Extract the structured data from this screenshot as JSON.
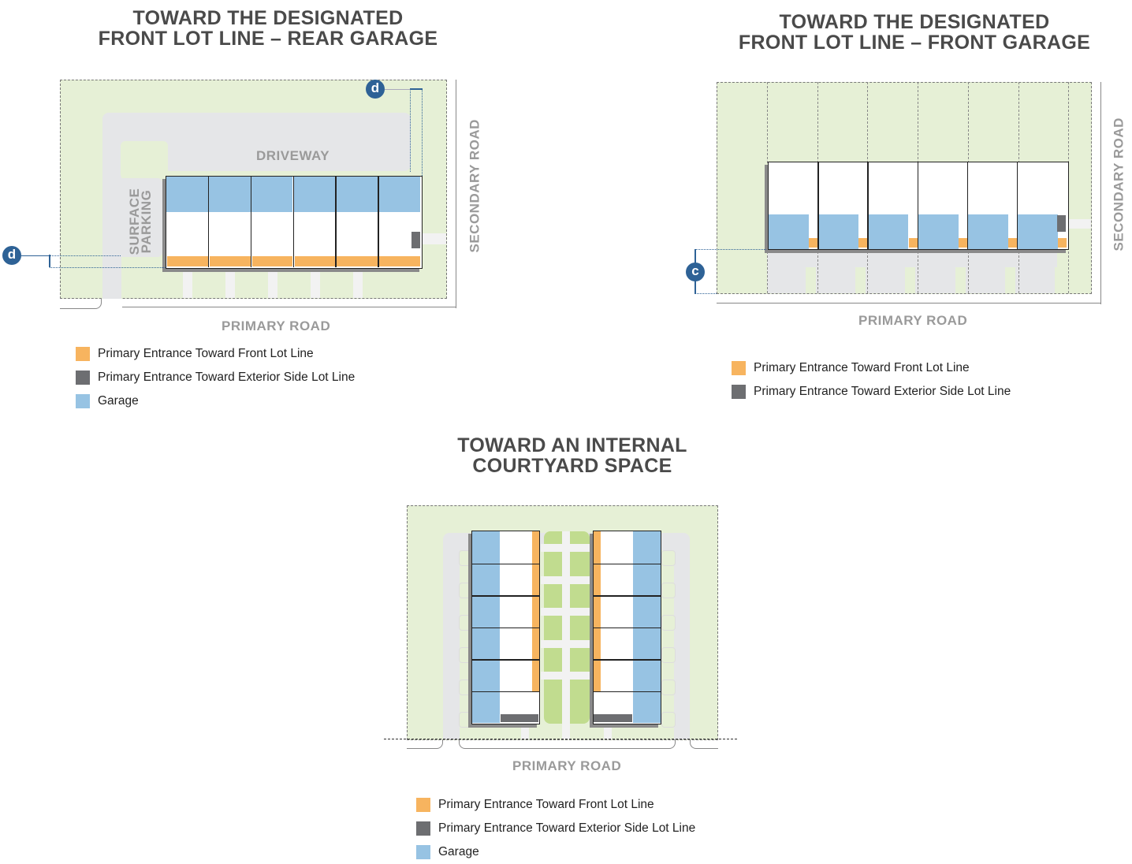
{
  "colors": {
    "lot_green": "#e6f0d6",
    "road_gray": "#e5e6e8",
    "garage_blue": "#97c3e3",
    "front_entrance_orange": "#f7b45f",
    "side_entrance_gray": "#6d6e71",
    "courtyard_green": "#c1dc8f",
    "badge_blue": "#2e6296"
  },
  "diagram_rear_garage": {
    "title_line1": "TOWARD THE DESIGNATED",
    "title_line2": "FRONT LOT LINE – REAR GARAGE",
    "driveway_label": "DRIVEWAY",
    "parking_label_line1": "SURFACE",
    "parking_label_line2": "PARKING",
    "secondary_road_label": "SECONDARY ROAD",
    "primary_road_label": "PRIMARY ROAD",
    "badge_top": "d",
    "badge_left": "d",
    "unit_count": 6,
    "legend": [
      {
        "label": "Primary Entrance Toward Front Lot Line",
        "color": "#f7b45f"
      },
      {
        "label": "Primary Entrance Toward Exterior Side Lot Line",
        "color": "#6d6e71"
      },
      {
        "label": "Garage",
        "color": "#97c3e3"
      }
    ]
  },
  "diagram_front_garage": {
    "title_line1": "TOWARD THE DESIGNATED",
    "title_line2": "FRONT LOT LINE – FRONT GARAGE",
    "secondary_road_label": "SECONDARY ROAD",
    "primary_road_label": "PRIMARY ROAD",
    "badge": "c",
    "unit_count": 6,
    "legend": [
      {
        "label": "Primary Entrance Toward Front Lot Line",
        "color": "#f7b45f"
      },
      {
        "label": "Primary Entrance Toward Exterior Side Lot Line",
        "color": "#6d6e71"
      }
    ]
  },
  "diagram_courtyard": {
    "title_line1": "TOWARD AN INTERNAL",
    "title_line2": "COURTYARD SPACE",
    "primary_road_label": "PRIMARY ROAD",
    "units_per_building": 6,
    "legend": [
      {
        "label": "Primary Entrance Toward Front Lot Line",
        "color": "#f7b45f"
      },
      {
        "label": "Primary Entrance Toward Exterior Side Lot Line",
        "color": "#6d6e71"
      },
      {
        "label": "Garage",
        "color": "#97c3e3"
      }
    ]
  }
}
